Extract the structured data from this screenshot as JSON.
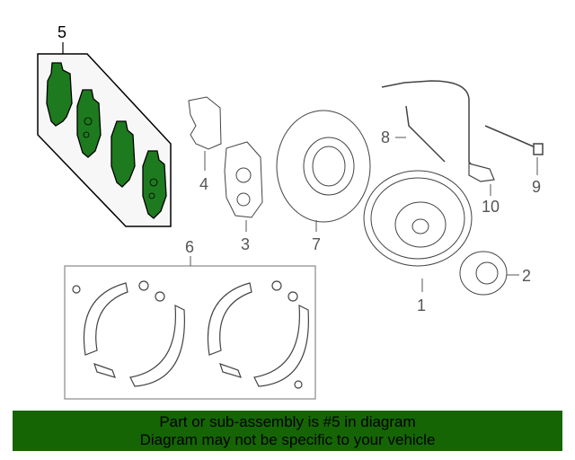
{
  "diagram": {
    "callouts": [
      "1",
      "2",
      "3",
      "4",
      "5",
      "6",
      "7",
      "8",
      "9",
      "10"
    ],
    "highlight_color": "#156505"
  },
  "banner": {
    "line1": "Part or sub-assembly is #5 in diagram",
    "line2": "Diagram may not be specific to your vehicle"
  }
}
